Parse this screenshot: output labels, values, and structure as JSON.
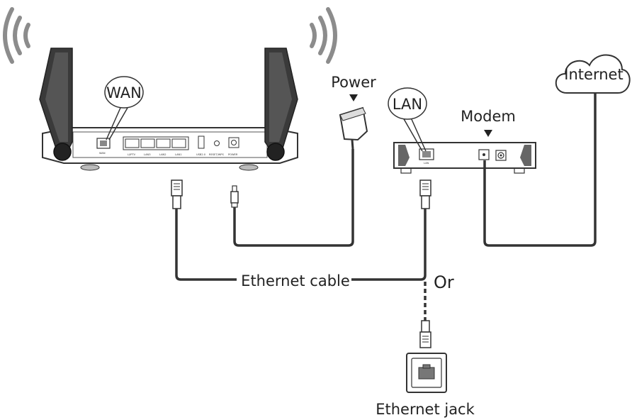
{
  "labels": {
    "wan": "WAN",
    "power": "Power",
    "lan": "LAN",
    "modem": "Modem",
    "internet": "Internet",
    "ethernet_cable": "Ethernet cable",
    "or": "Or",
    "ethernet_jack": "Ethernet jack"
  },
  "router_ports": {
    "wan": "WAN",
    "lan1": "L/IPTV",
    "lan2": "LAN3",
    "lan3": "LAN2",
    "lan4": "LAN1",
    "usb": "USB2.0",
    "reset": "RESET/WPS",
    "power": "POWER"
  },
  "modem_ports": {
    "lan": "LAN"
  },
  "colors": {
    "line": "#333333",
    "device_fill": "#ffffff",
    "antenna_fill": "#3a3a3a",
    "wave": "#8c8c8c"
  }
}
